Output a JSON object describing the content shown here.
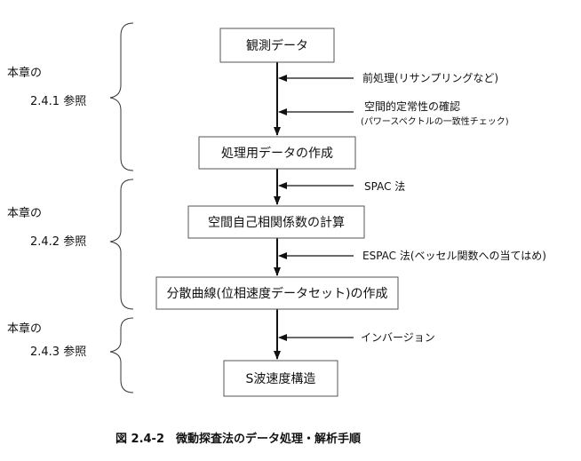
{
  "steps": [
    "観測データ",
    "処理用データの作成",
    "空間自己相関係数の計算",
    "分散曲線(位相速度データセット)の作成",
    "S波速度構造"
  ],
  "inputs": [
    {
      "label": "前処理(リサンプリングなど)"
    },
    {
      "label": "空間的定常性の確認",
      "sublabel": "(パワースペクトルの一致性チェック)"
    },
    {
      "label": "SPAC 法"
    },
    {
      "label": "ESPAC 法(ベッセル関数への当てはめ)"
    },
    {
      "label": "インバージョン"
    }
  ],
  "references": [
    {
      "line1": "本章の",
      "line2": "2.4.1 参照"
    },
    {
      "line1": "本章の",
      "line2": "2.4.2 参照"
    },
    {
      "line1": "本章の",
      "line2": "2.4.3 参照"
    }
  ],
  "caption": "図 2.4-2　微動探査法のデータ処理・解析手順"
}
